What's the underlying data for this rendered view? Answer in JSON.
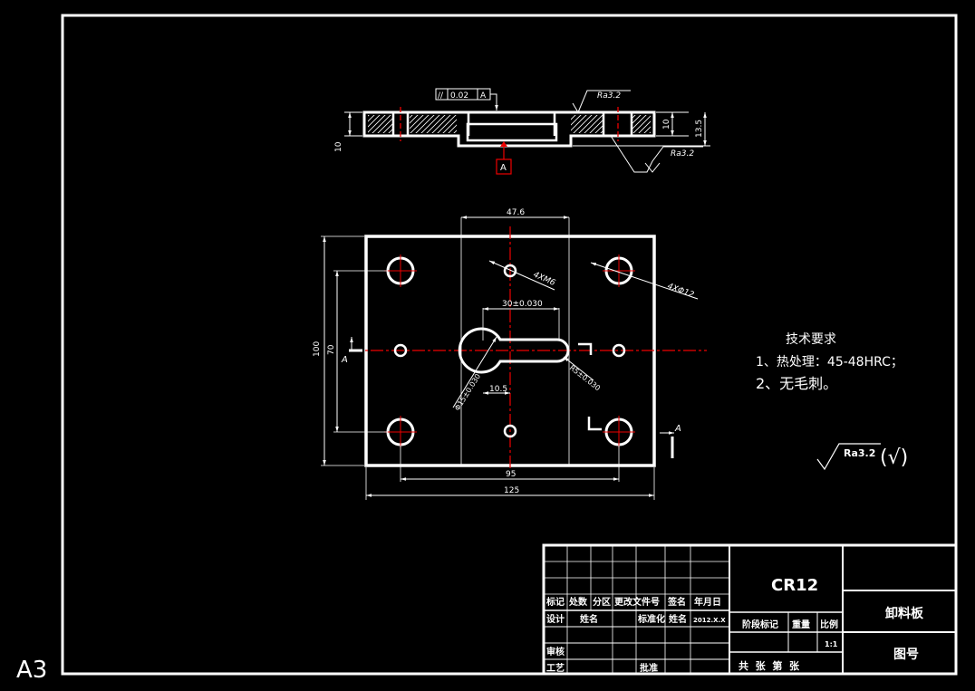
{
  "sheet": {
    "size_label": "A3"
  },
  "section_view": {
    "parallelism_frame": [
      "//",
      "0.02",
      "A"
    ],
    "datum_label": "A",
    "roughness_top": "Ra3.2",
    "roughness_side": "Ra3.2",
    "dim_total_thickness": "10",
    "dim_plate_thickness": "10",
    "dim_overall": "13.5"
  },
  "plan_view": {
    "dim_slot_span": "47.6",
    "callout_small_holes": "4XM6",
    "callout_large_holes": "4XΦ12",
    "dim_slot_width": "30±0.030",
    "dim_keyhole_dia": "Φ15±0.030",
    "dim_slot_end_radius": "R5±0.030",
    "dim_slot_offset": "10.5",
    "dim_height_total": "100",
    "dim_hole_pitch_v": "70",
    "dim_hole_pitch_h": "95",
    "dim_width_total": "125",
    "section_mark_left": "A",
    "section_mark_right": "A"
  },
  "technical_requirements": {
    "title": "技术要求",
    "items": [
      "1、热处理：45-48HRC；",
      "2、无毛刺。"
    ]
  },
  "surface_note": {
    "symbol_text": "Ra3.2",
    "bracket_text": "(√)"
  },
  "title_block": {
    "material": "CR12",
    "part_name": "卸料板",
    "drawing_no_label": "图号",
    "headers": [
      "标记",
      "处数",
      "分区",
      "更改文件号",
      "签名",
      "年月日"
    ],
    "design_label": "设计",
    "designer": "姓名",
    "standardization_label": "标准化",
    "signature_label": "姓名",
    "date": "2012.X.X",
    "stage_label": "阶段标记",
    "weight_label": "重量",
    "scale_label": "比例",
    "scale_value": "1:1",
    "review_label": "审核",
    "process_label": "工艺",
    "approve_label": "批准",
    "sheets_label": "共  张  第  张"
  }
}
